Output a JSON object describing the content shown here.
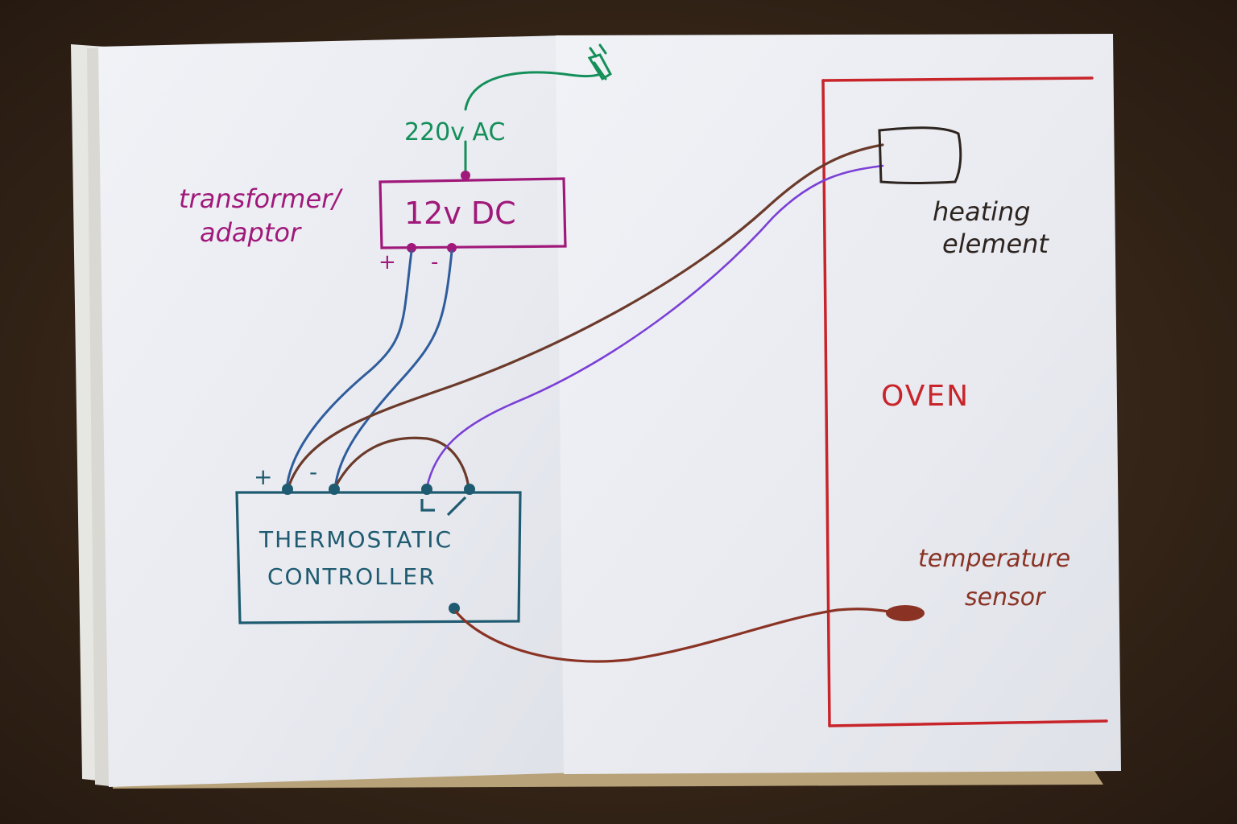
{
  "diagram": {
    "power": {
      "source_label": "220v AC"
    },
    "transformer": {
      "caption_line1": "transformer/",
      "caption_line2": "adaptor",
      "box_label": "12v DC",
      "plus": "+",
      "minus": "-"
    },
    "controller": {
      "title_line1": "THERMOSTATIC",
      "title_line2": "CONTROLLER",
      "plus": "+",
      "minus": "-"
    },
    "oven": {
      "label": "OVEN",
      "heating_element_line1": "heating",
      "heating_element_line2": "element",
      "sensor_line1": "temperature",
      "sensor_line2": "sensor"
    }
  },
  "colors": {
    "paper": "#eceef3",
    "table": "#3a2a1c",
    "oven": "#c8252b",
    "transformer": "#a0197a",
    "ac_wire": "#148f5a",
    "dc_wire": "#2f5d9c",
    "controller": "#1f5b70",
    "brown_wire": "#6b3a2a",
    "purple_wire": "#7b3fd6",
    "sensor_wire": "#8a3324",
    "heater_box": "#2d2420"
  }
}
